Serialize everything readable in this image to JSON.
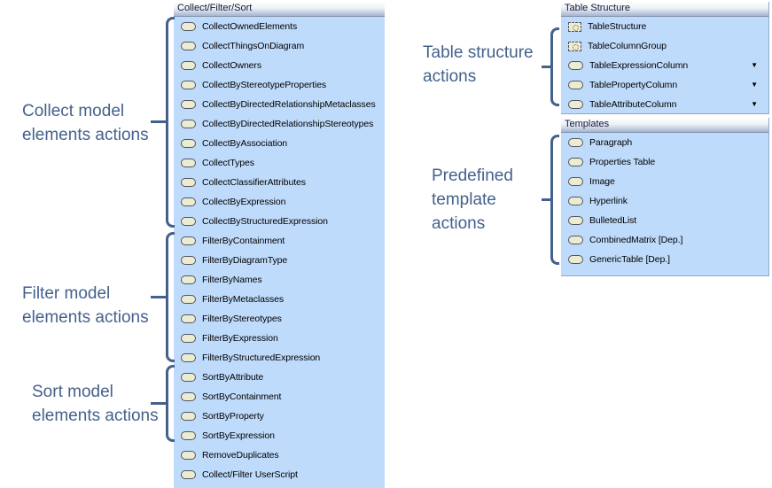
{
  "panels": [
    {
      "title": "Collect/Filter/Sort",
      "items": [
        {
          "label": "CollectOwnedElements",
          "icon": "action"
        },
        {
          "label": "CollectThingsOnDiagram",
          "icon": "action"
        },
        {
          "label": "CollectOwners",
          "icon": "action"
        },
        {
          "label": "CollectByStereotypeProperties",
          "icon": "action"
        },
        {
          "label": "CollectByDirectedRelationshipMetaclasses",
          "icon": "action"
        },
        {
          "label": "CollectByDirectedRelationshipStereotypes",
          "icon": "action"
        },
        {
          "label": "CollectByAssociation",
          "icon": "action"
        },
        {
          "label": "CollectTypes",
          "icon": "action"
        },
        {
          "label": "CollectClassifierAttributes",
          "icon": "action"
        },
        {
          "label": "CollectByExpression",
          "icon": "action"
        },
        {
          "label": "CollectByStructuredExpression",
          "icon": "action"
        },
        {
          "label": "FilterByContainment",
          "icon": "action"
        },
        {
          "label": "FilterByDiagramType",
          "icon": "action"
        },
        {
          "label": "FilterByNames",
          "icon": "action"
        },
        {
          "label": "FilterByMetaclasses",
          "icon": "action"
        },
        {
          "label": "FilterByStereotypes",
          "icon": "action"
        },
        {
          "label": "FilterByExpression",
          "icon": "action"
        },
        {
          "label": "FilterByStructuredExpression",
          "icon": "action"
        },
        {
          "label": "SortByAttribute",
          "icon": "action"
        },
        {
          "label": "SortByContainment",
          "icon": "action"
        },
        {
          "label": "SortByProperty",
          "icon": "action"
        },
        {
          "label": "SortByExpression",
          "icon": "action"
        },
        {
          "label": "RemoveDuplicates",
          "icon": "action"
        },
        {
          "label": "Collect/Filter UserScript",
          "icon": "action"
        }
      ]
    },
    {
      "title": "Table Structure",
      "items": [
        {
          "label": "TableStructure",
          "icon": "structure"
        },
        {
          "label": "TableColumnGroup",
          "icon": "structure"
        },
        {
          "label": "TableExpressionColumn",
          "icon": "action",
          "dropdown": true
        },
        {
          "label": "TablePropertyColumn",
          "icon": "action",
          "dropdown": true
        },
        {
          "label": "TableAttributeColumn",
          "icon": "action",
          "dropdown": true
        }
      ]
    },
    {
      "title": "Templates",
      "items": [
        {
          "label": "Paragraph",
          "icon": "action"
        },
        {
          "label": "Properties Table",
          "icon": "action"
        },
        {
          "label": "Image",
          "icon": "action"
        },
        {
          "label": "Hyperlink",
          "icon": "action"
        },
        {
          "label": "BulletedList",
          "icon": "action"
        },
        {
          "label": "CombinedMatrix [Dep.]",
          "icon": "action"
        },
        {
          "label": "GenericTable [Dep.]",
          "icon": "action"
        }
      ]
    }
  ],
  "annotations": [
    {
      "lines": [
        "Collect model",
        "elements actions"
      ]
    },
    {
      "lines": [
        "Filter model",
        "elements actions"
      ]
    },
    {
      "lines": [
        "Sort model",
        "elements actions"
      ]
    },
    {
      "lines": [
        "Table structure",
        "actions"
      ]
    },
    {
      "lines": [
        "Predefined",
        "template",
        "actions"
      ]
    }
  ],
  "icons": {
    "dropdown": "▼"
  },
  "colors": {
    "annotation": "#44618C",
    "panel-bg": "#BFDBFB",
    "header-top": "#FFFFFF",
    "header-bottom": "#A4B4CE",
    "header-text": "#16163A",
    "item-text": "#000000",
    "icon-fill": "#ECECD2",
    "icon-border": "#54545E"
  }
}
